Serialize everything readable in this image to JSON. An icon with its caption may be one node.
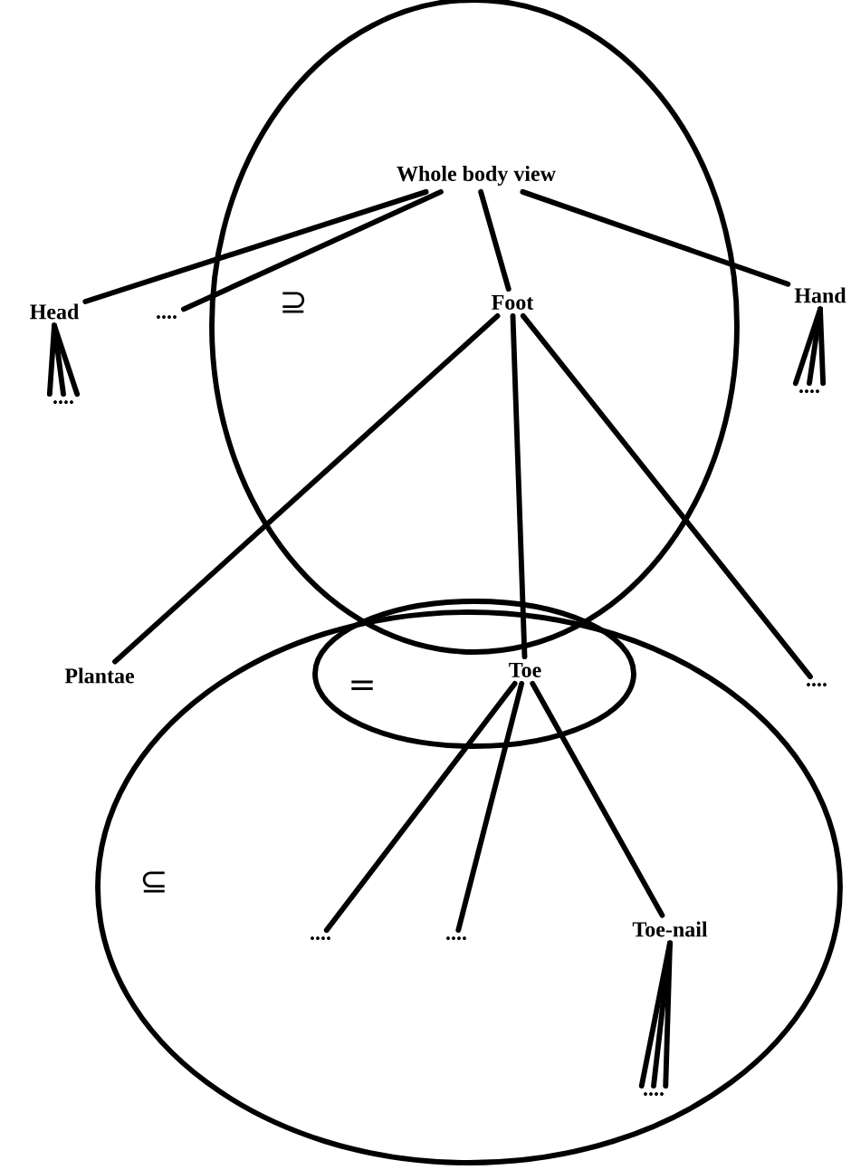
{
  "diagram": {
    "nodes": [
      {
        "text": [],
        "shape": "ellipse"
      },
      {
        "text": [],
        "shape": "ellipse"
      },
      {
        "text": [],
        "shape": "ellipse"
      },
      {
        "text": [
          "Whole body view"
        ],
        "in": 0
      },
      {
        "text": [
          "Head"
        ]
      },
      {
        "text": [
          "...."
        ]
      },
      {
        "text": [
          "Foot"
        ],
        "in": 0
      },
      {
        "text": [
          "Hand"
        ]
      },
      {
        "text": [
          "...."
        ]
      },
      {
        "text": [
          "...."
        ]
      },
      {
        "text": [
          "Plantae"
        ]
      },
      {
        "text": [
          "Toe"
        ],
        "in": 1
      },
      {
        "text": [
          "...."
        ]
      },
      {
        "text": [
          "...."
        ],
        "in": 2
      },
      {
        "text": [
          "...."
        ],
        "in": 2
      },
      {
        "text": [
          "Toe-nail"
        ],
        "in": 2
      },
      {
        "text": [
          "...."
        ],
        "in": 2
      }
    ],
    "edges": [
      {
        "from": 3,
        "to": 4,
        "arrow": "none"
      },
      {
        "from": 3,
        "to": 5,
        "arrow": "none"
      },
      {
        "from": 3,
        "to": 6,
        "arrow": "none"
      },
      {
        "from": 3,
        "to": 7,
        "arrow": "none"
      },
      {
        "from": 4,
        "to": 8,
        "arrow": "none"
      },
      {
        "from": 4,
        "to": 8,
        "arrow": "none"
      },
      {
        "from": 4,
        "to": 8,
        "arrow": "none"
      },
      {
        "from": 7,
        "to": 9,
        "arrow": "none"
      },
      {
        "from": 7,
        "to": 9,
        "arrow": "none"
      },
      {
        "from": 7,
        "to": 9,
        "arrow": "none"
      },
      {
        "from": 6,
        "to": 10,
        "arrow": "none"
      },
      {
        "from": 6,
        "to": 11,
        "arrow": "none"
      },
      {
        "from": 6,
        "to": 12,
        "arrow": "none"
      },
      {
        "from": 11,
        "to": 13,
        "arrow": "none"
      },
      {
        "from": 11,
        "to": 14,
        "arrow": "none"
      },
      {
        "from": 11,
        "to": 15,
        "arrow": "none"
      },
      {
        "from": 15,
        "to": 16,
        "arrow": "none"
      },
      {
        "from": 15,
        "to": 16,
        "arrow": "none"
      },
      {
        "from": 15,
        "to": 16,
        "arrow": "none"
      }
    ],
    "labels": [
      "⊇",
      "=",
      "⊆"
    ]
  }
}
